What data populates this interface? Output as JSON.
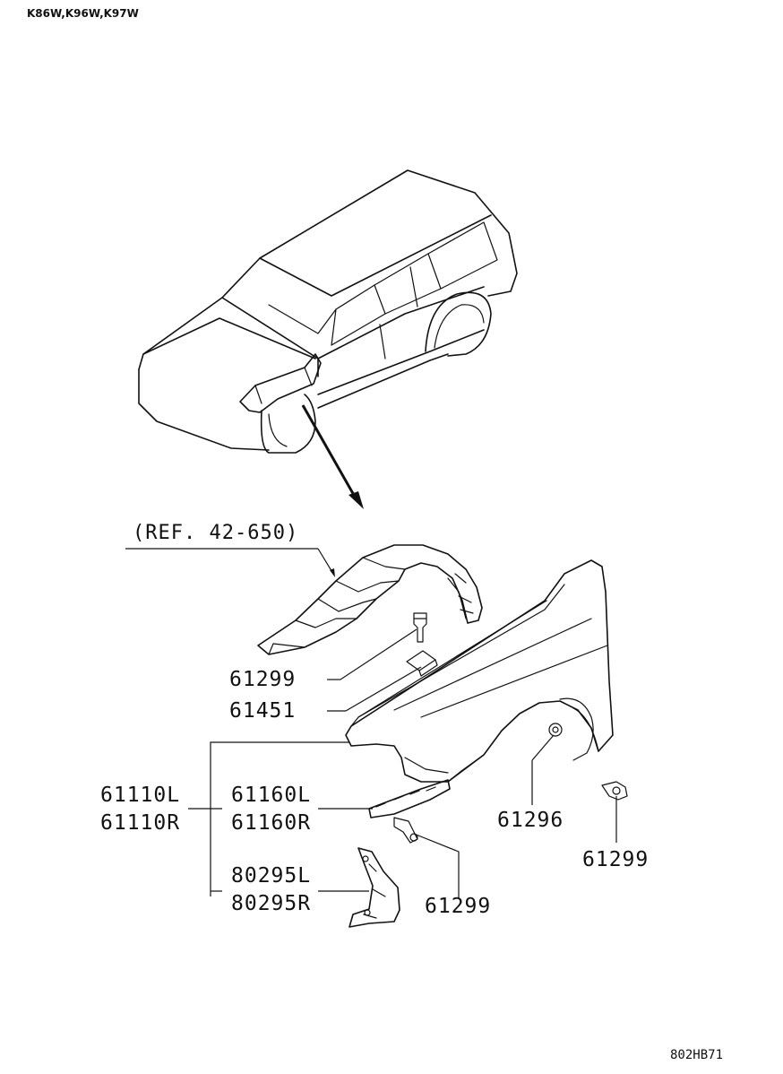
{
  "header": {
    "models": "K86W,K96W,K97W"
  },
  "footer": {
    "drawing_code": "802HB71"
  },
  "reference": {
    "text": "(REF. 42-650)"
  },
  "parts": {
    "p61299_top": "61299",
    "p61451": "61451",
    "p61110L": "61110L",
    "p61110R": "61110R",
    "p61160L": "61160L",
    "p61160R": "61160R",
    "p80295L": "80295L",
    "p80295R": "80295R",
    "p61296": "61296",
    "p61299_right": "61299",
    "p61299_bottom": "61299"
  }
}
